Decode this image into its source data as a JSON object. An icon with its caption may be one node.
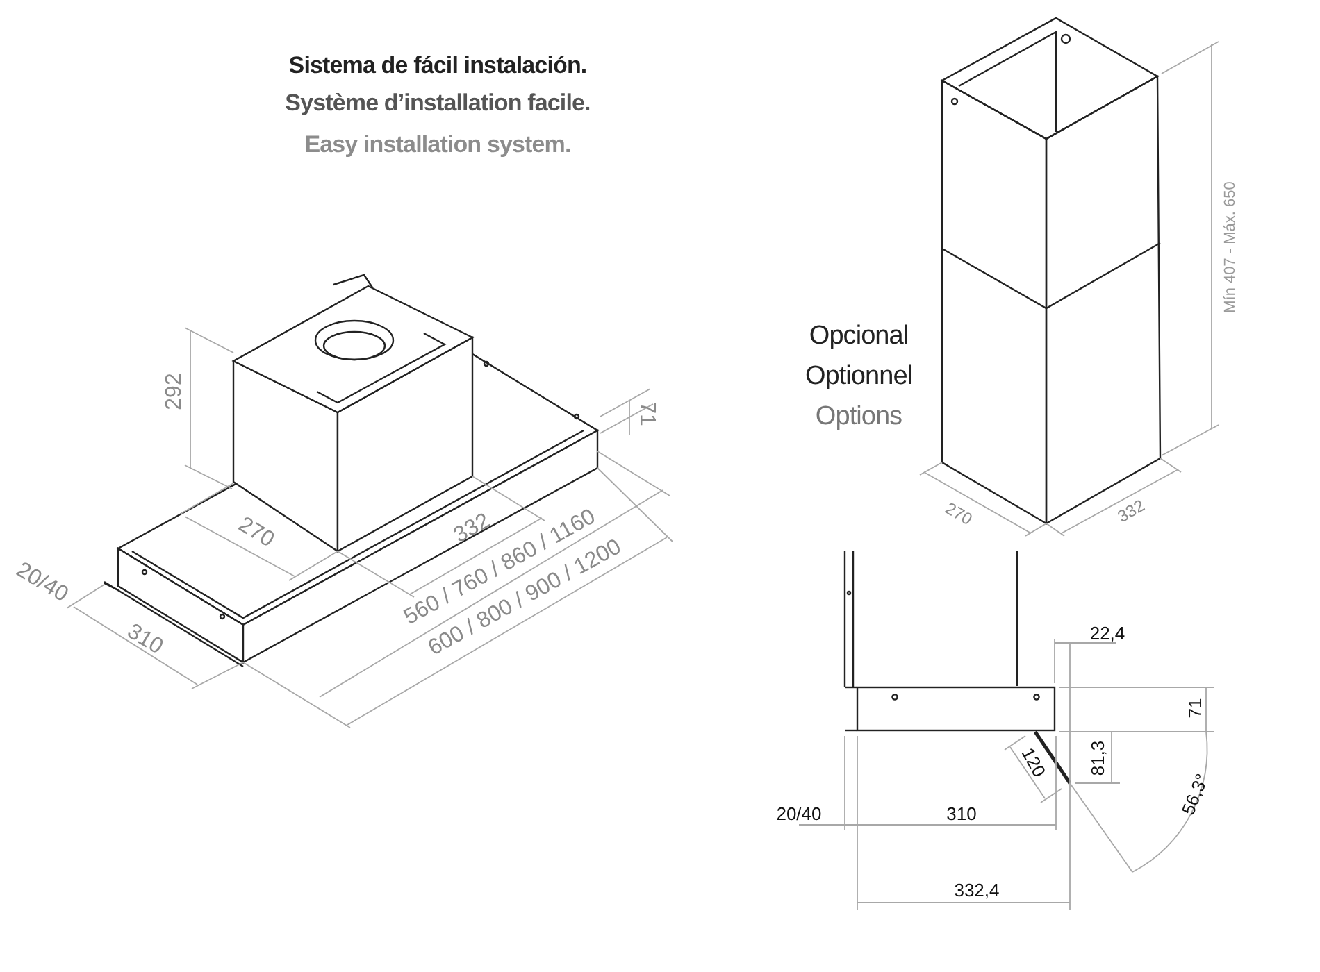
{
  "diagram": {
    "labels": [
      "Sistema de fácil instalación.",
      "Système d’installation facile.",
      "Easy installation system.",
      "Opcional",
      "Optionnel",
      "Options",
      "Mín 407 - Máx. 650",
      "292",
      "71",
      "270",
      "332",
      "560 / 760 / 860 / 1160",
      "20/40",
      "600 / 800 / 900 / 1200",
      "310",
      "270",
      "332",
      "22,4",
      "71",
      "120",
      "81,3",
      "56,3°",
      "20/40",
      "310",
      "332,4"
    ]
  }
}
